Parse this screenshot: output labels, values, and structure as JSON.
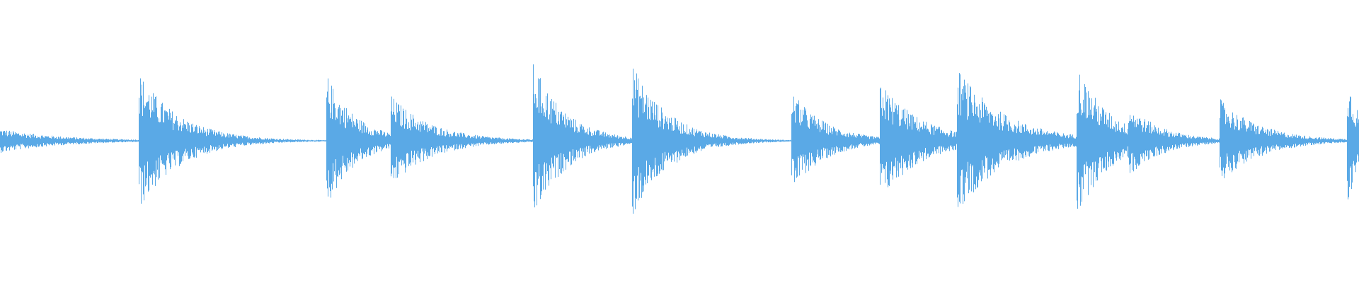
{
  "waveform": {
    "color": "#5aa9e6",
    "background": "#ffffff",
    "transients": [
      {
        "t": 0.0,
        "peak": 0.12,
        "decay": 0.045
      },
      {
        "t": 0.102,
        "peak": 0.68,
        "decay": 0.03
      },
      {
        "t": 0.24,
        "peak": 0.66,
        "decay": 0.022
      },
      {
        "t": 0.287,
        "peak": 0.46,
        "decay": 0.03
      },
      {
        "t": 0.337,
        "peak": 0.04,
        "decay": 0.003
      },
      {
        "t": 0.392,
        "peak": 0.78,
        "decay": 0.024
      },
      {
        "t": 0.465,
        "peak": 0.76,
        "decay": 0.026
      },
      {
        "t": 0.582,
        "peak": 0.5,
        "decay": 0.025
      },
      {
        "t": 0.647,
        "peak": 0.6,
        "decay": 0.03
      },
      {
        "t": 0.704,
        "peak": 0.72,
        "decay": 0.035
      },
      {
        "t": 0.792,
        "peak": 0.76,
        "decay": 0.024
      },
      {
        "t": 0.83,
        "peak": 0.36,
        "decay": 0.025
      },
      {
        "t": 0.897,
        "peak": 0.42,
        "decay": 0.03
      },
      {
        "t": 0.991,
        "peak": 0.68,
        "decay": 0.01
      },
      {
        "t": 0.996,
        "peak": 0.12,
        "decay": 0.008
      }
    ]
  }
}
